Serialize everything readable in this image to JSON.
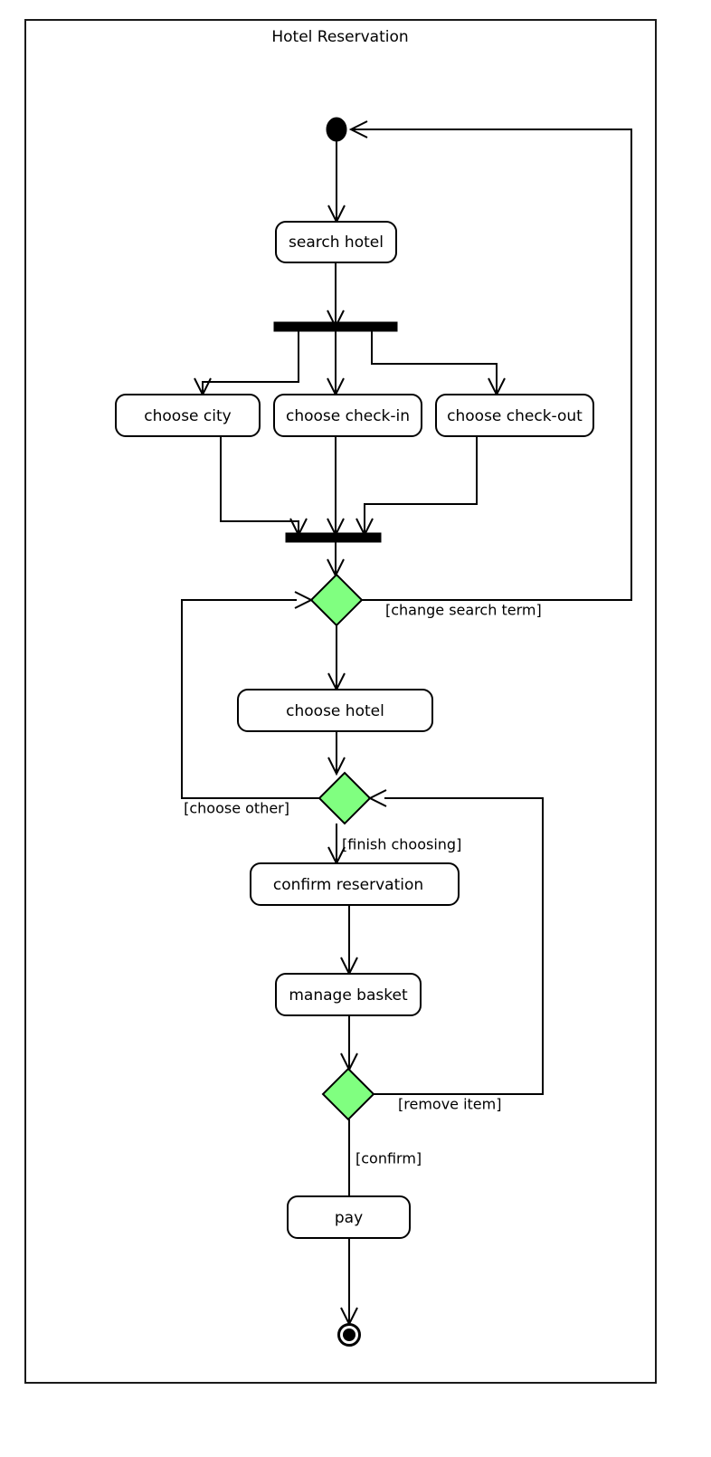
{
  "diagram": {
    "kind": "uml-activity-diagram",
    "title": "Hotel Reservation",
    "colors": {
      "decision_fill": "#80ff80",
      "node_stroke": "#000000",
      "node_fill": "#ffffff",
      "frame_stroke": "#1a1a1a",
      "background": "#ffffff"
    },
    "nodes": {
      "start": {
        "type": "initial-node",
        "name": "start"
      },
      "fork": {
        "type": "fork-bar",
        "name": "fork"
      },
      "join": {
        "type": "join-bar",
        "name": "join"
      },
      "end": {
        "type": "final-node",
        "name": "end"
      }
    },
    "activities": [
      {
        "id": "search_hotel",
        "label": "search hotel"
      },
      {
        "id": "choose_city",
        "label": "choose city"
      },
      {
        "id": "choose_checkin",
        "label": "choose check-in"
      },
      {
        "id": "choose_checkout",
        "label": "choose check-out"
      },
      {
        "id": "choose_hotel",
        "label": "choose hotel"
      },
      {
        "id": "confirm_reservation",
        "label": "confirm reservation"
      },
      {
        "id": "manage_basket",
        "label": "manage basket"
      },
      {
        "id": "pay",
        "label": "pay"
      }
    ],
    "decisions": [
      {
        "id": "decision_search",
        "label": ""
      },
      {
        "id": "decision_choose",
        "label": ""
      },
      {
        "id": "decision_basket",
        "label": ""
      }
    ],
    "guards": [
      {
        "id": "guard_change_search_term",
        "text": "[change search term]"
      },
      {
        "id": "guard_choose_other",
        "text": "[choose other]"
      },
      {
        "id": "guard_finish_choosing",
        "text": "[finish choosing]"
      },
      {
        "id": "guard_remove_item",
        "text": "[remove item]"
      },
      {
        "id": "guard_confirm",
        "text": "[confirm]"
      }
    ]
  }
}
